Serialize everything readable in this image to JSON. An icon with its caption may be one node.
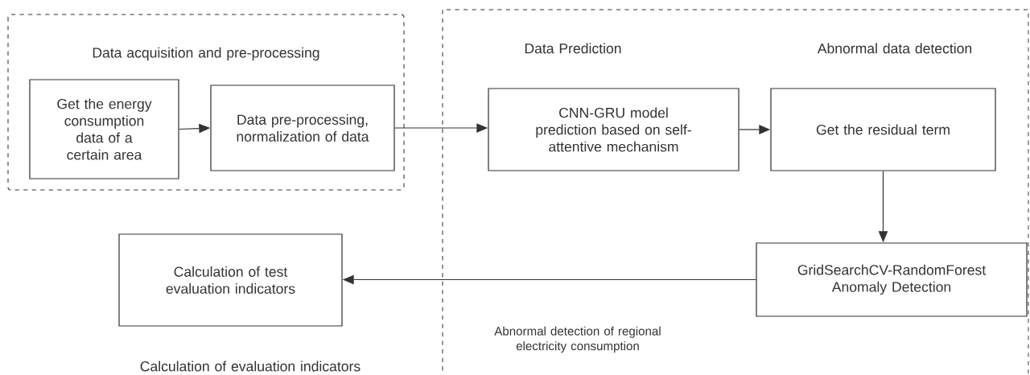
{
  "diagram": {
    "nodes": [
      {
        "text": [
          "Data acquisition and pre-processing"
        ]
      },
      {
        "text": [
          "Get the energy consumption data of a certain area"
        ],
        "in": 0
      },
      {
        "text": [
          "Data pre-processing, normalization of data"
        ],
        "in": 0
      },
      {
        "text": [
          "Data Prediction",
          "Abnormal data detection",
          "Abnormal detection of regional electricity consumption"
        ]
      },
      {
        "text": [
          "CNN-GRU model prediction based on self-attentive mechanism"
        ],
        "in": 3
      },
      {
        "text": [
          "Get the residual term"
        ],
        "in": 3
      },
      {
        "text": [
          "GridSearchCV-RandomForest Anomaly Detection"
        ],
        "in": 3
      },
      {
        "text": [
          "Calculation of test evaluation indicators"
        ],
        "beside": [
          "Calculation of evaluation indicators"
        ]
      }
    ],
    "edges": [
      {
        "from": 1,
        "to": 2,
        "arrow": "to"
      },
      {
        "from": 2,
        "to": 4,
        "arrow": "to"
      },
      {
        "from": 4,
        "to": 5,
        "arrow": "to"
      },
      {
        "from": 5,
        "to": 6,
        "arrow": "to"
      },
      {
        "from": 6,
        "to": 7,
        "arrow": "to"
      }
    ]
  }
}
